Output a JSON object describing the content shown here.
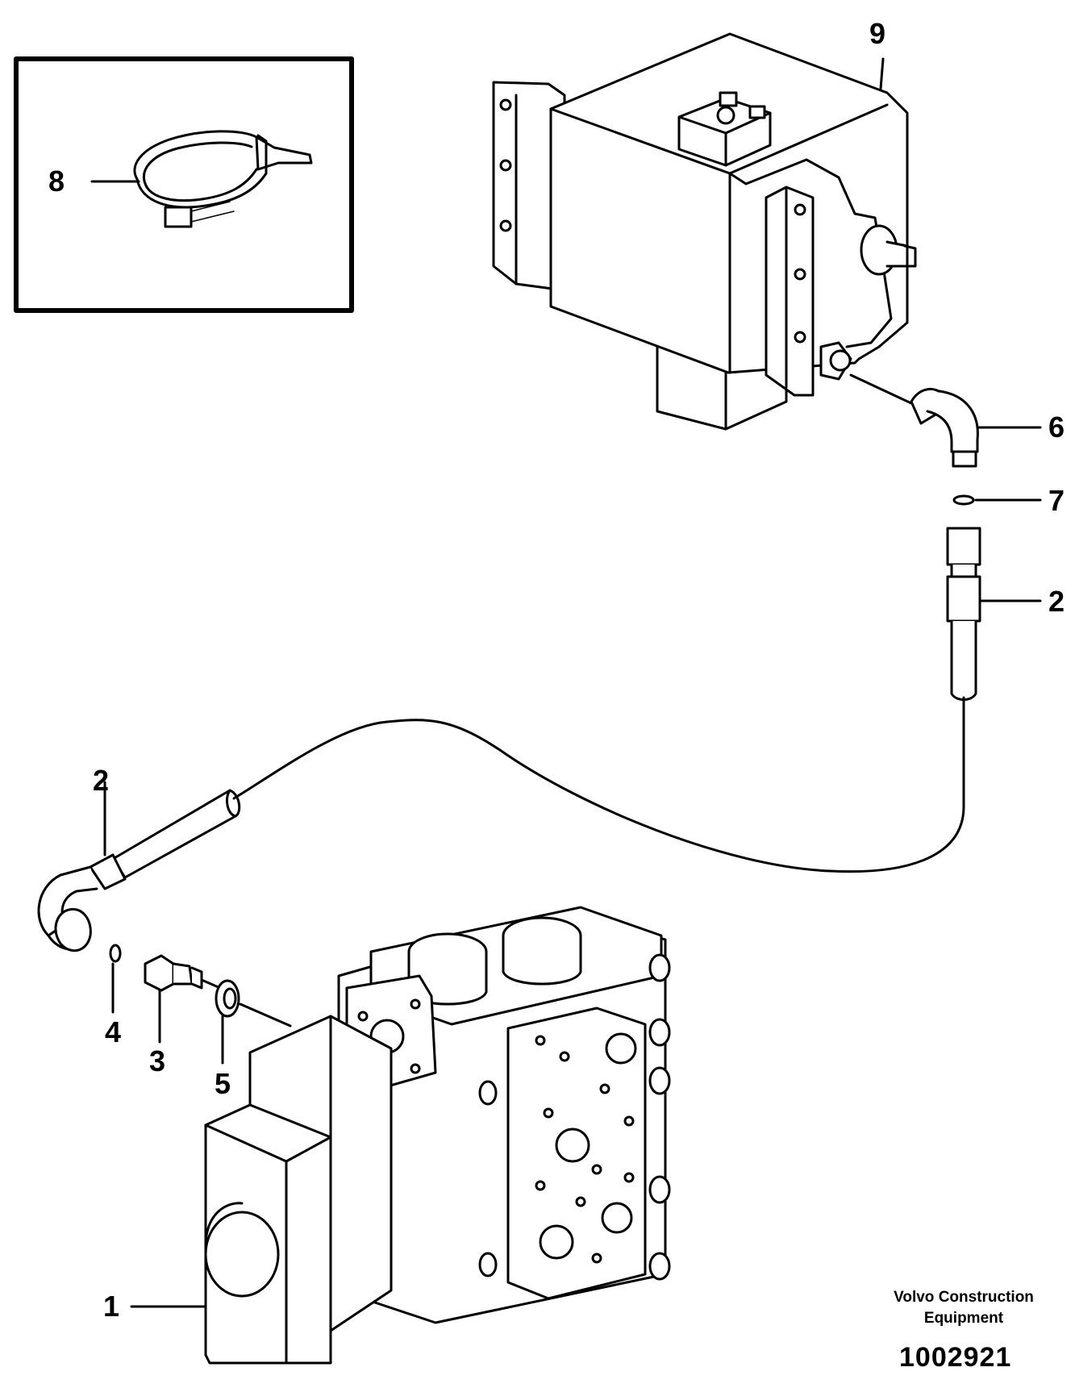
{
  "callouts": {
    "c1": "1",
    "c2a": "2",
    "c2b": "2",
    "c3": "3",
    "c4": "4",
    "c5": "5",
    "c6": "6",
    "c7": "7",
    "c8": "8",
    "c9": "9"
  },
  "credit": {
    "line1": "Volvo Construction",
    "line2": "Equipment",
    "drawing_number": "1002921"
  }
}
